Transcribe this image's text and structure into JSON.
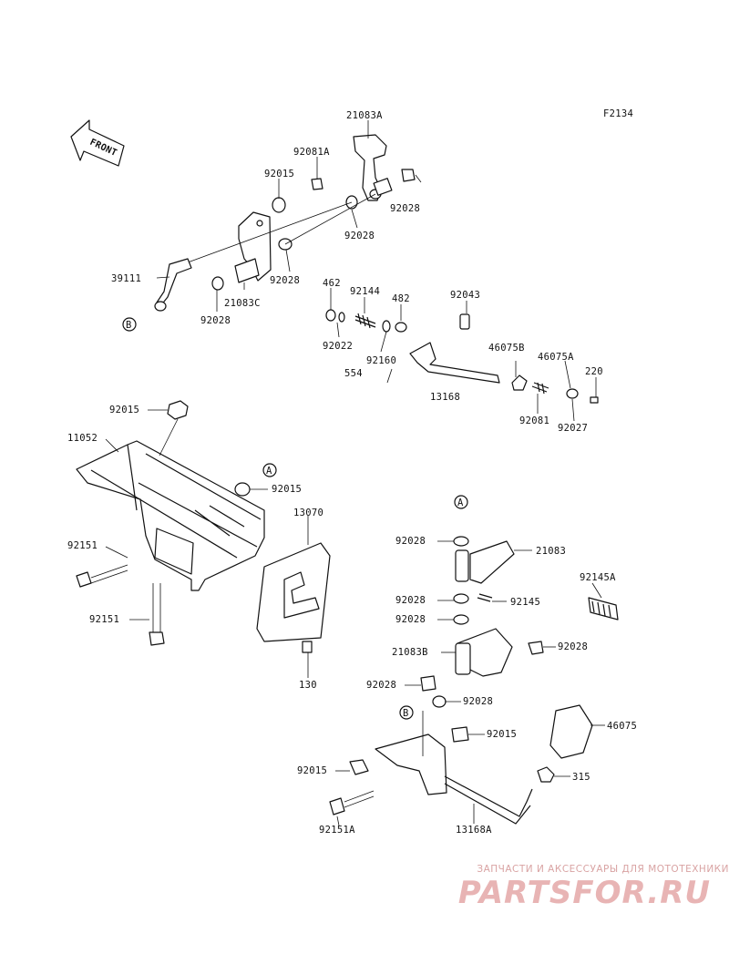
{
  "diagram_code": "F2134",
  "front_arrow": "FRONT",
  "watermark": {
    "line1": "ЗАПЧАСТИ И АКСЕССУАРЫ ДЛЯ МОТОТЕХНИКИ",
    "line2": "PARTSFOR.RU"
  },
  "callouts": {
    "c1": "21083A",
    "c2": "92081A",
    "c3": "92015",
    "c4": "92028",
    "c5": "92028",
    "c6": "39111",
    "c7": "92028",
    "c8": "21083C",
    "c9": "92028",
    "c10": "462",
    "c11": "92144",
    "c12": "482",
    "c13": "92043",
    "c14": "92022",
    "c15": "92160",
    "c16": "554",
    "c17": "46075B",
    "c18": "46075A",
    "c19": "220",
    "c20": "13168",
    "c21": "92081",
    "c22": "92027",
    "c23": "92015",
    "c24": "11052",
    "c25": "92015",
    "c26": "13070",
    "c27": "92151",
    "c28": "92151",
    "c29": "130",
    "c30": "92028",
    "c31": "21083",
    "c32": "92145A",
    "c33": "92028",
    "c34": "92145",
    "c35": "92028",
    "c36": "21083B",
    "c37": "92028",
    "c38": "92028",
    "c39": "92028",
    "c40": "92015",
    "c41": "46075",
    "c42": "92015",
    "c43": "315",
    "c44": "92151A",
    "c45": "13168A"
  },
  "connectors": {
    "a1": "A",
    "a2": "A",
    "b1": "B",
    "b2": "B"
  }
}
